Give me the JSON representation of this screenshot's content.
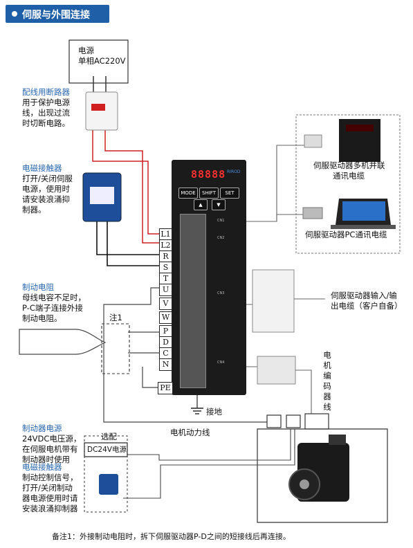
{
  "title": "伺服与外围连接",
  "power_source": {
    "line1": "电源",
    "line2": "单相AC220V"
  },
  "breaker": {
    "title": "配线用断路器",
    "desc": [
      "用于保护电源",
      "线，出现过流",
      "时切断电路。"
    ]
  },
  "contactor": {
    "title": "电磁接触器",
    "desc": [
      "打开/关闭伺服",
      "电源，使用时",
      "请安装浪涌抑",
      "制器。"
    ]
  },
  "brake_resistor": {
    "title": "制动电阻",
    "desc": [
      "母线电容不足时，",
      "P-C端子连接外接",
      "制动电阻。"
    ]
  },
  "note_tag": "注1",
  "terminals": [
    "L1",
    "L2",
    "R",
    "S",
    "T",
    "U",
    "V",
    "W",
    "P",
    "D",
    "C",
    "N",
    "PE"
  ],
  "drive": {
    "display": "88888",
    "brand": "RIROD",
    "buttons": [
      "MODE",
      "SHIFT",
      "SET"
    ],
    "up": "▲",
    "down": "▼",
    "ports": [
      "CN1",
      "CN2",
      "CN3",
      "CN4"
    ]
  },
  "multi_cable": {
    "line1": "伺服驱动器多机并联",
    "line2": "通讯电缆"
  },
  "pc_cable": "伺服驱动器PC通讯电缆",
  "io_cable": {
    "line1": "伺服驱动器输入/输",
    "line2": "出电缆（客户自备）"
  },
  "encoder_cable": [
    "电",
    "机",
    "编",
    "码",
    "器",
    "线"
  ],
  "ground": "接地",
  "motor_power": "电机动力线",
  "brake_power": {
    "title": "制动器电源",
    "desc": [
      "24VDC电压源，",
      "在伺服电机带有",
      "制动器时使用"
    ]
  },
  "option_label": "选配",
  "dc24": "DC24V电源",
  "brake_contactor": {
    "title": "电磁接触器",
    "desc": [
      "制动控制信号，",
      "打开/关闭制动",
      "器电源使用时请",
      "安装浪涌抑制器"
    ]
  },
  "footnote": "备注1：外接制动电阻时，拆下伺服驱动器P-D之间的短接线后再连接。"
}
